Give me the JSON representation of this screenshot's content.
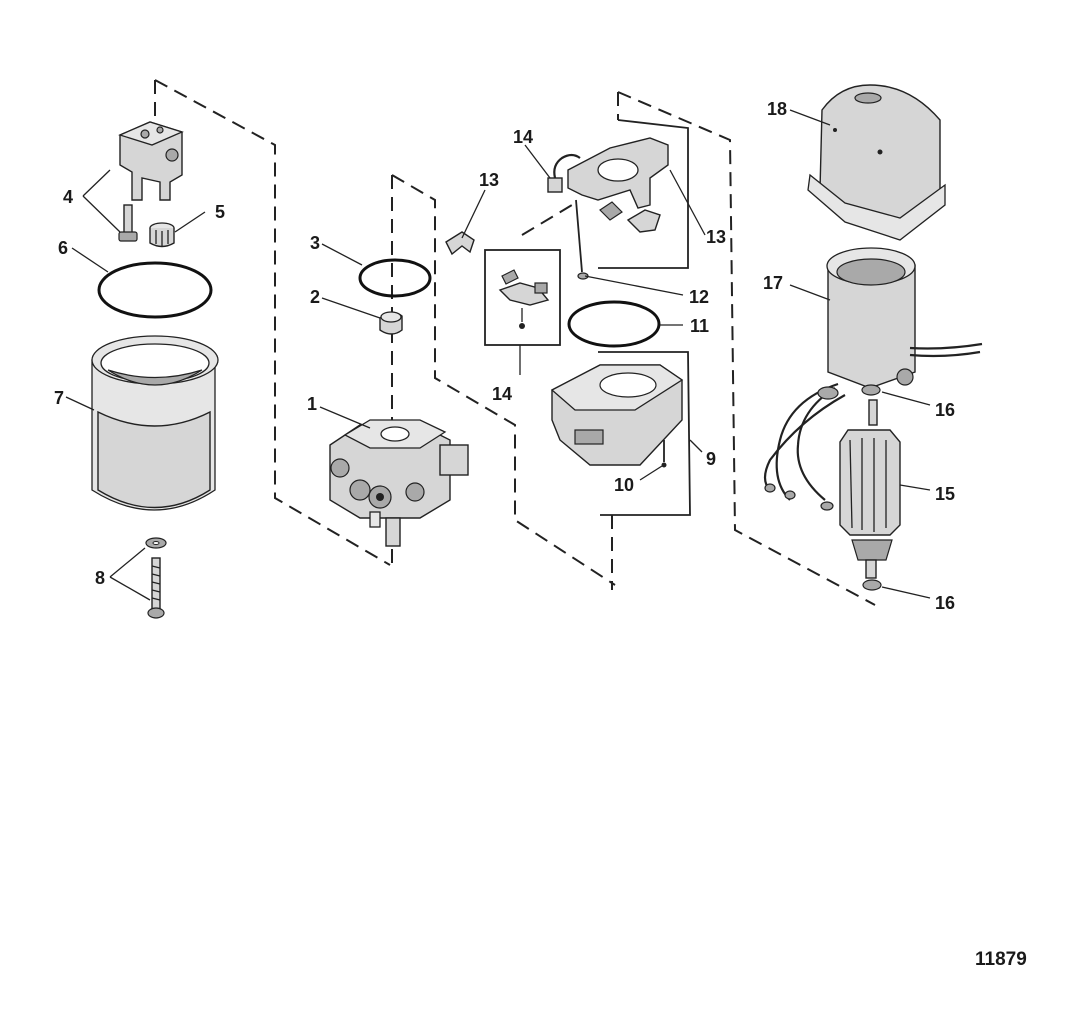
{
  "figure_number": "11879",
  "callouts": [
    "1",
    "2",
    "3",
    "4",
    "5",
    "6",
    "7",
    "8",
    "9",
    "10",
    "11",
    "12",
    "13",
    "13",
    "14",
    "14",
    "15",
    "16",
    "16",
    "17",
    "18"
  ]
}
